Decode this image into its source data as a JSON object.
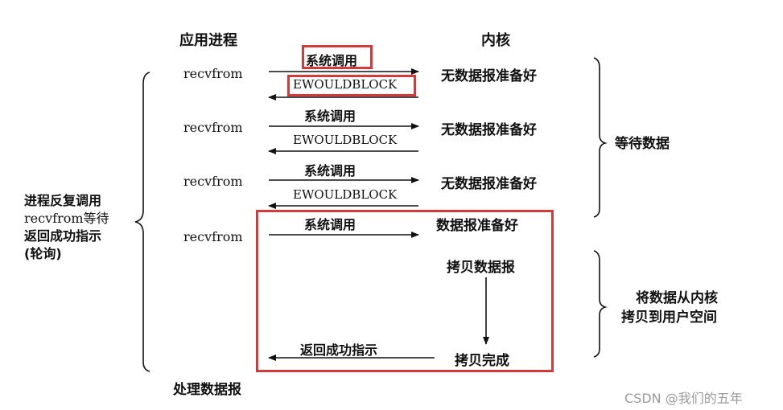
{
  "header": {
    "app_process": "应用进程",
    "kernel": "内核"
  },
  "rows": [
    {
      "call": "recvfrom",
      "syscall": "系统调用",
      "reply": "EWOULDBLOCK",
      "kernel_state": "无数据报准备好"
    },
    {
      "call": "recvfrom",
      "syscall": "系统调用",
      "reply": "EWOULDBLOCK",
      "kernel_state": "无数据报准备好"
    },
    {
      "call": "recvfrom",
      "syscall": "系统调用",
      "reply": "EWOULDBLOCK",
      "kernel_state": "无数据报准备好"
    },
    {
      "call": "recvfrom",
      "syscall": "系统调用",
      "kernel_state": "数据报准备好"
    }
  ],
  "copy_datagram": "拷贝数据报",
  "copy_done": "拷贝完成",
  "return_success": "返回成功指示",
  "process_datagram": "处理数据报",
  "left_brace_label": [
    "进程反复调用",
    "recvfrom等待",
    "返回成功指示",
    "(轮询)"
  ],
  "wait_data": "等待数据",
  "copy_label": [
    "将数据从内核",
    "拷贝到用户空间"
  ],
  "watermark": "CSDN @我们的五年",
  "colors": {
    "highlight": "#d43a3a",
    "ink": "#111111"
  }
}
